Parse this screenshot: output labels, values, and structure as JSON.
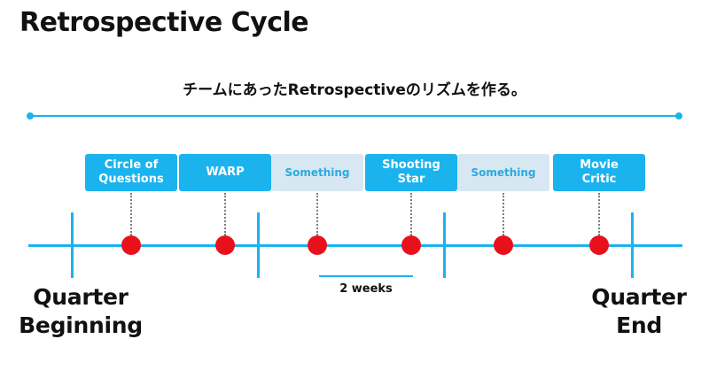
{
  "title": "Retrospective Cycle",
  "subtitle": "チームにあったRetrospectiveのリズムを作る。",
  "colors": {
    "accent": "#1bb3ee",
    "placeholder_bg": "#d8e8f2",
    "placeholder_text": "#2aa9de",
    "marker": "#e8111b",
    "connector": "#7d7d7d"
  },
  "retrospectives": [
    {
      "name": "circle-of-questions",
      "lines": [
        "Circle of",
        "Questions"
      ],
      "style": "primary"
    },
    {
      "name": "warp",
      "lines": [
        "WARP"
      ],
      "style": "primary"
    },
    {
      "name": "something-1",
      "lines": [
        "Something"
      ],
      "style": "placeholder"
    },
    {
      "name": "shooting-star",
      "lines": [
        "Shooting",
        "Star"
      ],
      "style": "primary"
    },
    {
      "name": "something-2",
      "lines": [
        "Something"
      ],
      "style": "placeholder"
    },
    {
      "name": "movie-critic",
      "lines": [
        "Movie",
        "Critic"
      ],
      "style": "primary"
    }
  ],
  "span_label": "2 weeks",
  "start_label": [
    "Quarter",
    "Beginning"
  ],
  "end_label": [
    "Quarter",
    "End"
  ]
}
